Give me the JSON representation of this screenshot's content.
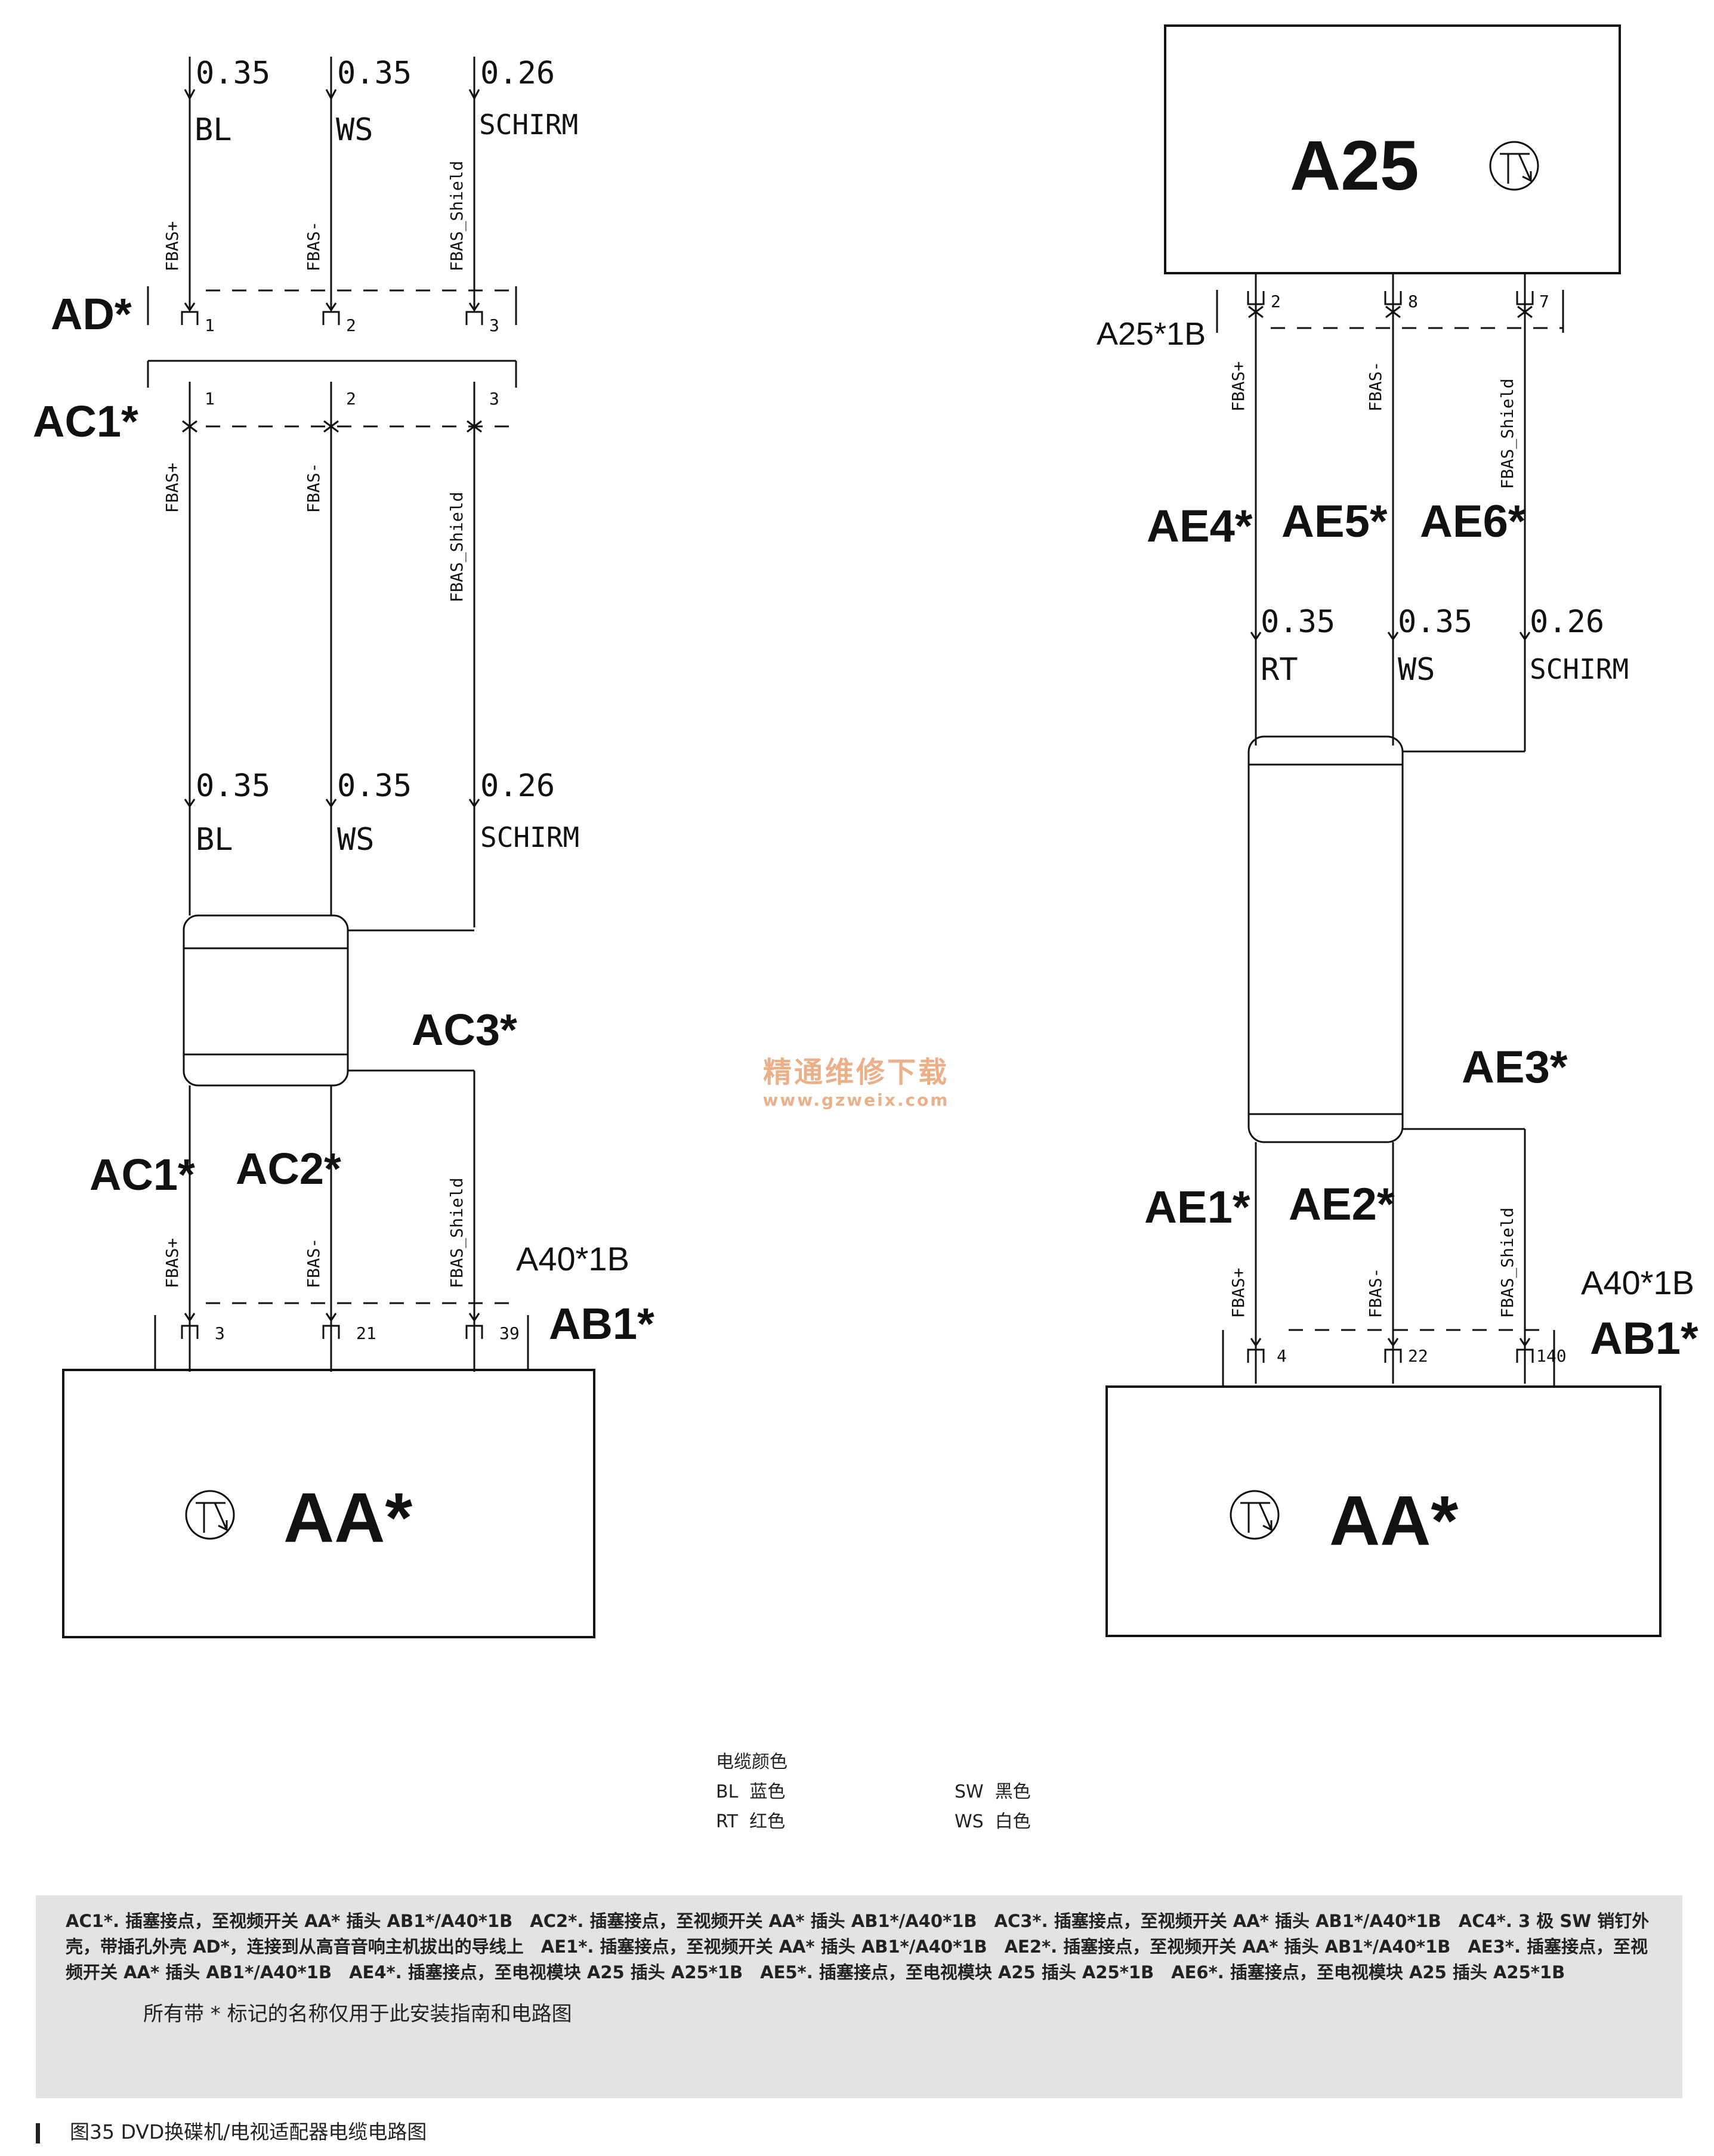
{
  "left_circuit": {
    "top_wires": [
      {
        "gauge": "0.35",
        "color": "BL",
        "signal": "FBAS+"
      },
      {
        "gauge": "0.35",
        "color": "WS",
        "signal": "FBAS-"
      },
      {
        "gauge": "0.26",
        "color": "SCHIRM",
        "signal": "FBAS_Shield"
      }
    ],
    "connector_ad": {
      "label": "AD*",
      "pins": [
        "1",
        "2",
        "3"
      ]
    },
    "connector_ac1_top": {
      "label": "AC1*",
      "pins": [
        "1",
        "2",
        "3"
      ]
    },
    "mid_signals": [
      "FBAS+",
      "FBAS-",
      "FBAS_Shield"
    ],
    "mid_wires": [
      {
        "gauge": "0.35",
        "color": "BL"
      },
      {
        "gauge": "0.35",
        "color": "WS"
      },
      {
        "gauge": "0.26",
        "color": "SCHIRM"
      }
    ],
    "shield_label": "AC3*",
    "lower_labels": [
      "AC1*",
      "AC2*"
    ],
    "lower_signals": [
      "FBAS+",
      "FBAS-",
      "FBAS_Shield"
    ],
    "plug_label": "A40*1B",
    "connector_ab1": {
      "label": "AB1*",
      "pins": [
        "3",
        "21",
        "39"
      ]
    },
    "module_label": "AA*"
  },
  "right_circuit": {
    "module_label": "A25",
    "plug_label": "A25*1B",
    "top_pins": [
      "2",
      "8",
      "7"
    ],
    "top_signals": [
      "FBAS+",
      "FBAS-",
      "FBAS_Shield"
    ],
    "labels": [
      "AE4*",
      "AE5*",
      "AE6*"
    ],
    "wires": [
      {
        "gauge": "0.35",
        "color": "RT"
      },
      {
        "gauge": "0.35",
        "color": "WS"
      },
      {
        "gauge": "0.26",
        "color": "SCHIRM"
      }
    ],
    "shield_label": "AE3*",
    "lower_labels": [
      "AE1*",
      "AE2*"
    ],
    "lower_signals": [
      "FBAS+",
      "FBAS-",
      "FBAS_Shield"
    ],
    "plug_label_bottom": "A40*1B",
    "connector_ab1": {
      "label": "AB1*",
      "pins": [
        "4",
        "22",
        "140"
      ]
    },
    "bottom_module_label": "AA*"
  },
  "watermark": {
    "line1": "精通维修下载",
    "line2": "www.gzweix.com"
  },
  "legend": {
    "title": "电缆颜色",
    "entries": [
      {
        "code": "BL",
        "name": "蓝色"
      },
      {
        "code": "SW",
        "name": "黑色"
      },
      {
        "code": "RT",
        "name": "红色"
      },
      {
        "code": "WS",
        "name": "白色"
      }
    ]
  },
  "caption": {
    "text": "AC1*. 插塞接点，至视频开关 AA* 插头 AB1*/A40*1B　AC2*. 插塞接点，至视频开关 AA* 插头 AB1*/A40*1B　AC3*. 插塞接点，至视频开关 AA* 插头 AB1*/A40*1B　AC4*. 3 极 SW 销钉外壳，带插孔外壳 AD*，连接到从高音音响主机拔出的导线上　AE1*. 插塞接点，至视频开关 AA* 插头 AB1*/A40*1B　AE2*. 插塞接点，至视频开关 AA* 插头 AB1*/A40*1B　AE3*. 插塞接点，至视频开关 AA* 插头 AB1*/A40*1B　AE4*. 插塞接点，至电视模块 A25 插头 A25*1B　AE5*. 插塞接点，至电视模块 A25 插头 A25*1B　AE6*. 插塞接点，至电视模块 A25 插头 A25*1B",
    "note": "所有带 * 标记的名称仅用于此安装指南和电路图"
  },
  "figure_title": "图35  DVD换碟机/电视适配器电缆电路图"
}
